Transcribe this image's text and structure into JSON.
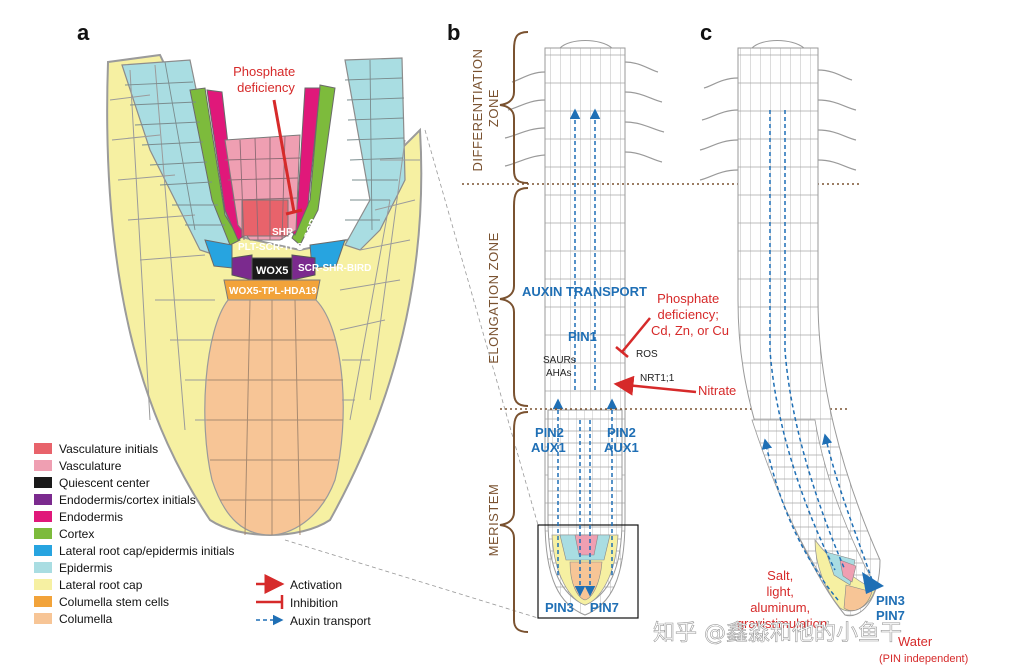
{
  "panels": {
    "a": "a",
    "b": "b",
    "c": "c"
  },
  "panel_a": {
    "phosphate": [
      "Phosphate",
      "deficiency"
    ],
    "shr": "SHR",
    "scr": "SCR",
    "plt": "PLT-SCR-TPC",
    "wox5": "WOX5",
    "scr_shr_bird": "SCR-SHR-BIRD",
    "wox5_tpl": "WOX5-TPL-HDA19"
  },
  "legend": {
    "items": [
      {
        "color": "#e8636b",
        "label": "Vasculature initials"
      },
      {
        "color": "#ef9fb2",
        "label": "Vasculature"
      },
      {
        "color": "#1a1a1a",
        "label": "Quiescent center"
      },
      {
        "color": "#7b2a8e",
        "label": "Endodermis/cortex initials"
      },
      {
        "color": "#e0187a",
        "label": "Endodermis"
      },
      {
        "color": "#7dbb3c",
        "label": "Cortex"
      },
      {
        "color": "#27a4e0",
        "label": "Lateral root cap/epidermis initials"
      },
      {
        "color": "#a9dde2",
        "label": "Epidermis"
      },
      {
        "color": "#f6f0a2",
        "label": "Lateral root cap"
      },
      {
        "color": "#f2a33a",
        "label": "Columella stem cells"
      },
      {
        "color": "#f7c596",
        "label": "Columella"
      }
    ],
    "arrows": {
      "activation": "Activation",
      "inhibition": "Inhibition",
      "auxin": "Auxin transport"
    }
  },
  "panel_b": {
    "zones": {
      "differentiation": [
        "DIFFERENTIATION",
        "ZONE"
      ],
      "elongation": "ELONGATION ZONE",
      "meristem": "MERISTEM"
    },
    "auxin_transport": "AUXIN TRANSPORT",
    "pin1": "PIN1",
    "saurs": "SAURs",
    "ahas": "AHAs",
    "pin2_left": [
      "PIN2",
      "AUX1"
    ],
    "pin2_right": [
      "PIN2",
      "AUX1"
    ],
    "pin3": "PIN3",
    "pin7": "PIN7",
    "phosphate": [
      "Phosphate",
      "deficiency;",
      "Cd, Zn, or Cu"
    ],
    "ros": "ROS",
    "nrt": "NRT1;1",
    "nitrate": "Nitrate"
  },
  "panel_c": {
    "pin3": "PIN3",
    "pin7": "PIN7",
    "stress": [
      "Salt,",
      "light,",
      "aluminum,",
      "gravistimulation"
    ],
    "water": "Water",
    "pin_independent": "(PIN independent)"
  },
  "watermark": "知乎 @鑫淼和他的小鱼干",
  "colors": {
    "lrc": "#f6f0a2",
    "epidermis": "#a9dde2",
    "cortex": "#7dbb3c",
    "endodermis": "#e0187a",
    "vasculature": "#ef9fb2",
    "vasc_initials": "#e8636b",
    "qc": "#1a1a1a",
    "columella": "#f7c596",
    "columella_stem": "#f2a33a",
    "blue": "#1f6fb5",
    "red": "#d62a2a",
    "brown": "#7a5230"
  }
}
